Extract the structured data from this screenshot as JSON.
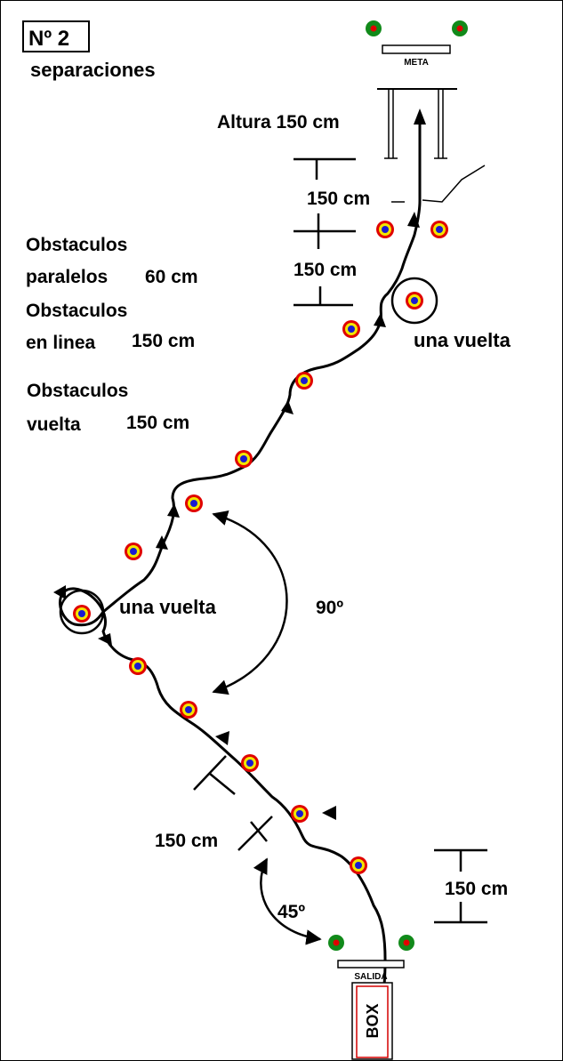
{
  "header": {
    "number": "Nº 2",
    "subtitle": "separaciones"
  },
  "labels": {
    "meta": "META",
    "salida": "SALIDA",
    "box": "BOX",
    "altura": "Altura 150 cm",
    "dist_top_1": "150 cm",
    "dist_top_2": "150 cm",
    "paralelos_1": "Obstaculos",
    "paralelos_2": "paralelos",
    "paralelos_val": "60 cm",
    "linea_1": "Obstaculos",
    "linea_2": "en linea",
    "linea_val": "150 cm",
    "vuelta_1": "Obstaculos",
    "vuelta_2": "vuelta",
    "vuelta_val": "150 cm",
    "una_vuelta_top": "una vuelta",
    "una_vuelta_left": "una vuelta",
    "angle_90": "90º",
    "angle_45": "45º",
    "dist_bottom_left": "150 cm",
    "dist_bottom_right": "150 cm"
  },
  "colors": {
    "cone_outer": "#e00000",
    "cone_ring": "#f2e600",
    "cone_center": "#1a1ad0",
    "marker_green": "#118a1a",
    "marker_red": "#e00000",
    "box_border": "#d40000",
    "line": "#000000"
  }
}
